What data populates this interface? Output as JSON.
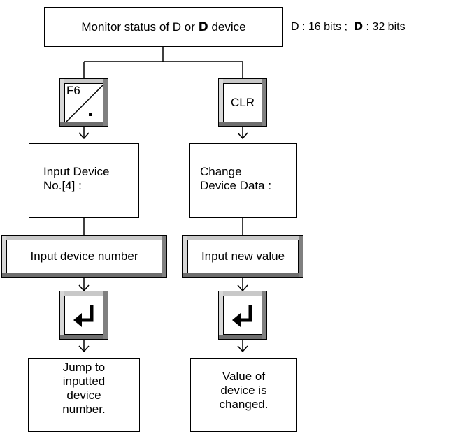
{
  "top": {
    "title_prefix": "Monitor status of D or ",
    "title_symbol": "D",
    "title_suffix": " device",
    "note_left": "D : 16 bits ;  ",
    "note_symbol": "D",
    "note_right": " : 32 bits"
  },
  "left": {
    "key_top_label": "F6",
    "key_bottom_label": ".",
    "prompt_box": "Input Device\nNo.[4] :",
    "input_key": "Input device number",
    "result_box": "Jump to\ninputted\ndevice\nnumber."
  },
  "right": {
    "key_label": "CLR",
    "prompt_box": "Change\nDevice Data :",
    "input_key": "Input new value",
    "result_box": "Value of\ndevice is\nchanged."
  },
  "icons": {
    "enter": "enter-return-icon",
    "arrow": "down-arrow-icon"
  }
}
